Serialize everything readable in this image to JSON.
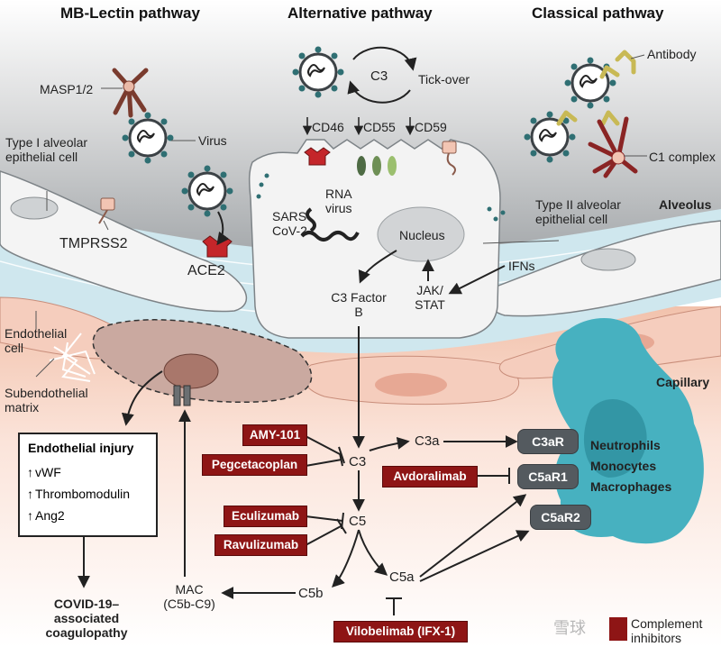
{
  "headings": {
    "mb_lectin": "MB-Lectin pathway",
    "alternative": "Alternative pathway",
    "classical": "Classical pathway"
  },
  "labels": {
    "masp": "MASP1/2",
    "virus": "Virus",
    "type1_cell": "Type I alveolar epithelial cell",
    "tmprss2": "TMPRSS2",
    "ace2": "ACE2",
    "endothelial_cell": "Endothelial cell",
    "subendothelial": "Subendothelial matrix",
    "c3_tickover": "C3",
    "tick_over": "Tick-over",
    "cd46": "CD46",
    "cd55": "CD55",
    "cd59": "CD59",
    "sars": "SARS-CoV-2",
    "rna_virus": "RNA virus",
    "nucleus": "Nucleus",
    "c3_factor_b": "C3 Factor B",
    "jak_stat": "JAK/ STAT",
    "ifns": "IFNs",
    "antibody": "Antibody",
    "c1_complex": "C1 complex",
    "type2_cell": "Type II alveolar epithelial cell",
    "alveolus": "Alveolus",
    "capillary": "Capillary",
    "c3": "C3",
    "c3a": "C3a",
    "c5": "C5",
    "c5a": "C5a",
    "c5b": "C5b",
    "mac": "MAC (C5b-C9)",
    "covid_coag": "COVID-19–associated coagulopathy",
    "immune_cells": [
      "Neutrophils",
      "Monocytes",
      "Macrophages"
    ]
  },
  "injury_box": {
    "title": "Endothelial injury",
    "items": [
      "vWF",
      "Thrombomodulin",
      "Ang2"
    ]
  },
  "drugs": {
    "amy101": "AMY-101",
    "pegcetacoplan": "Pegcetacoplan",
    "avdoralimab": "Avdoralimab",
    "eculizumab": "Eculizumab",
    "ravulizumab": "Ravulizumab",
    "vilobelimab": "Vilobelimab (IFX-1)"
  },
  "receptors": {
    "c3ar": "C3aR",
    "c5ar1": "C5aR1",
    "c5ar2": "C5aR2"
  },
  "legend": {
    "label": "Complement inhibitors",
    "color": "#8e1515"
  },
  "watermark": "雪球"
}
